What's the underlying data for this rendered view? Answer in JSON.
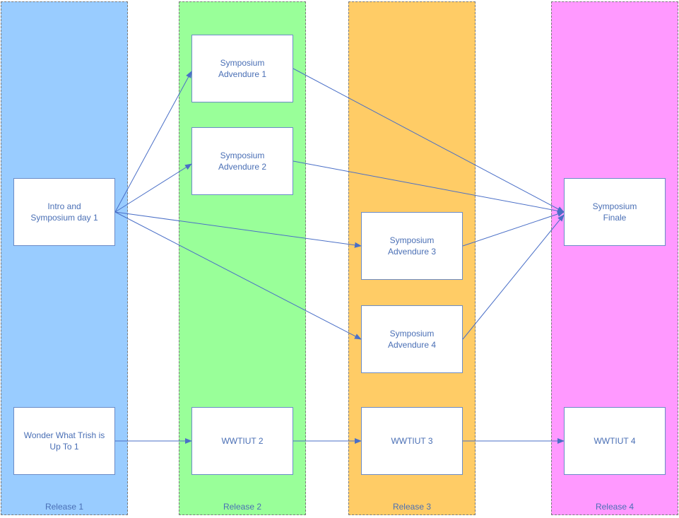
{
  "lanes": [
    {
      "id": "release-1",
      "label": "Release 1",
      "color": "#99ccff"
    },
    {
      "id": "release-2",
      "label": "Release 2",
      "color": "#99ff99"
    },
    {
      "id": "release-3",
      "label": "Release 3",
      "color": "#ffcc66"
    },
    {
      "id": "release-4",
      "label": "Release 4",
      "color": "#ff99ff"
    }
  ],
  "nodes": [
    {
      "id": "intro",
      "label": "Intro and\nSymposium day 1"
    },
    {
      "id": "wwtiut1",
      "label": "Wonder What Trish is\nUp To 1"
    },
    {
      "id": "adv1",
      "label": "Symposium\nAdvendure 1"
    },
    {
      "id": "adv2",
      "label": "Symposium\nAdvendure 2"
    },
    {
      "id": "wwtiut2",
      "label": "WWTIUT 2"
    },
    {
      "id": "adv3",
      "label": "Symposium\nAdvendure 3"
    },
    {
      "id": "adv4",
      "label": "Symposium\nAdvendure 4"
    },
    {
      "id": "wwtiut3",
      "label": "WWTIUT 3"
    },
    {
      "id": "finale",
      "label": "Symposium\nFinale"
    },
    {
      "id": "wwtiut4",
      "label": "WWTIUT 4"
    }
  ],
  "edges": [
    {
      "from": "intro",
      "to": "adv1"
    },
    {
      "from": "intro",
      "to": "adv2"
    },
    {
      "from": "intro",
      "to": "adv3"
    },
    {
      "from": "intro",
      "to": "adv4"
    },
    {
      "from": "adv1",
      "to": "finale"
    },
    {
      "from": "adv2",
      "to": "finale"
    },
    {
      "from": "adv3",
      "to": "finale"
    },
    {
      "from": "adv4",
      "to": "finale"
    },
    {
      "from": "wwtiut1",
      "to": "wwtiut2"
    },
    {
      "from": "wwtiut2",
      "to": "wwtiut3"
    },
    {
      "from": "wwtiut3",
      "to": "wwtiut4"
    }
  ],
  "colors": {
    "edge": "#4a6fc7",
    "text": "#4a6fb5"
  }
}
